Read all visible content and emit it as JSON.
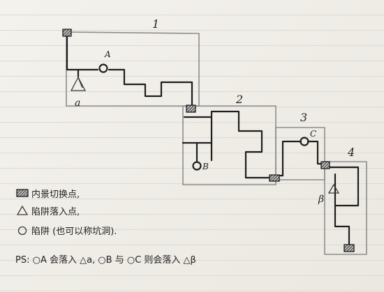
{
  "rooms": [
    {
      "label": "1"
    },
    {
      "label": "2"
    },
    {
      "label": "3"
    },
    {
      "label": "4"
    }
  ],
  "markers": {
    "A": "A",
    "a": "a",
    "B": "B",
    "C": "C",
    "beta": "β"
  },
  "legend": {
    "switch_point": "内景切换点,",
    "trap_landing": "陷阱落入点,",
    "trap": "陷阱 (也可以称坑洞).",
    "ps": "PS: ○A 会落入 △a, ○B 与 ○C 则会落入 △β"
  }
}
